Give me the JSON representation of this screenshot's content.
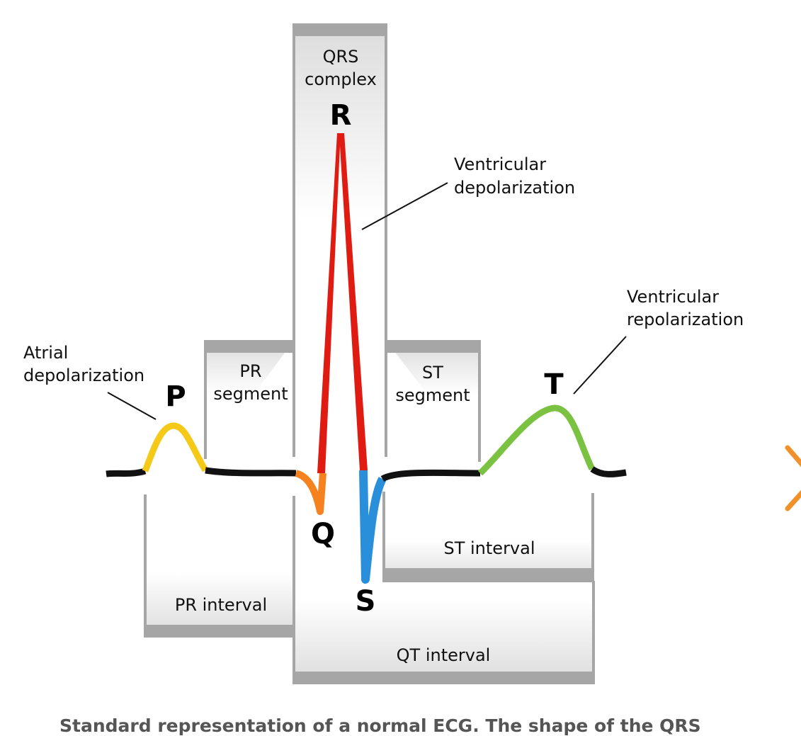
{
  "labels": {
    "qrs_complex": [
      "QRS",
      "complex"
    ],
    "pr_segment": [
      "PR",
      "segment"
    ],
    "st_segment": [
      "ST",
      "segment"
    ],
    "pr_interval": "PR interval",
    "st_interval": "ST interval",
    "qt_interval": "QT interval",
    "atrial_depolarization": [
      "Atrial",
      "depolarization"
    ],
    "ventricular_depolarization": [
      "Ventricular",
      "depolarization"
    ],
    "ventricular_repolarization": [
      "Ventricular",
      "repolarization"
    ]
  },
  "waves": {
    "p": "P",
    "q": "Q",
    "r": "R",
    "s": "S",
    "t": "T"
  },
  "caption": "Standard representation of a normal ECG. The shape of the QRS",
  "colors": {
    "box_border": "#a6a6a6",
    "baseline": "#111111",
    "p_wave": "#f5c918",
    "q_wave": "#f5821f",
    "r_wave": "#e01b12",
    "s_wave": "#2a8fdb",
    "t_wave": "#7cc242",
    "next_arrow": "#f0912a"
  },
  "icons": {
    "next": "chevron-right-icon"
  }
}
